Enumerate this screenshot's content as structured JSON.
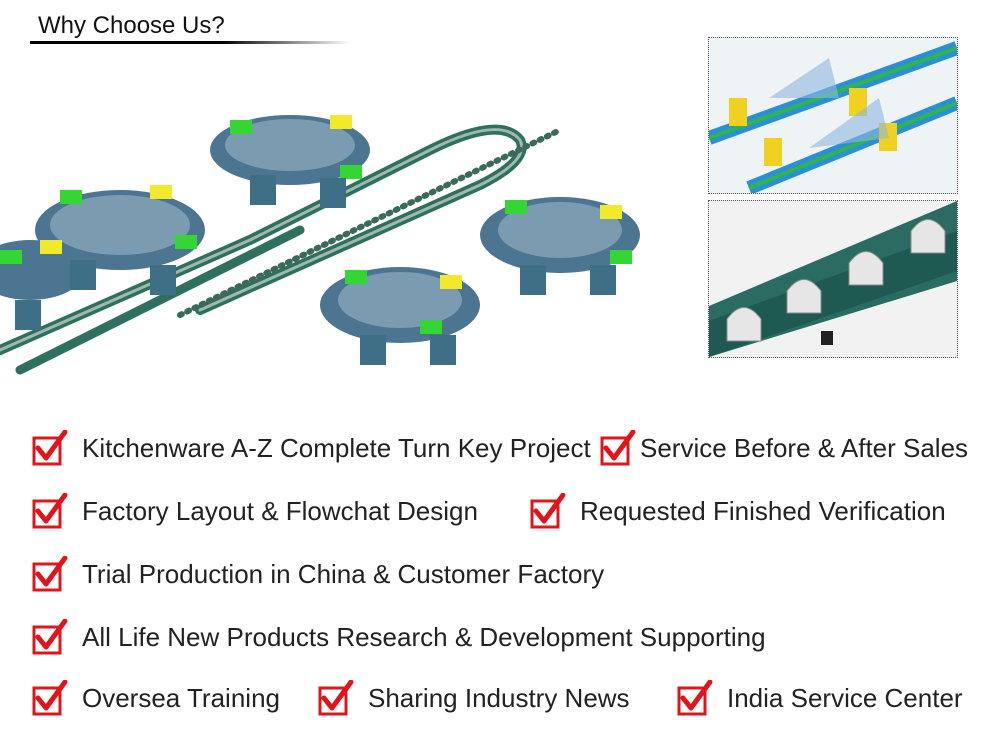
{
  "heading": "Why Choose Us?",
  "images": {
    "main": "production-line-illustration",
    "thumb_top": "conveyor-rail-illustration",
    "thumb_bottom": "conveyor-parts-closeup"
  },
  "icon": "checkmark-icon",
  "colors": {
    "check_red": "#e0151b",
    "machine_teal": "#3f6f86",
    "rail_green": "#2f6f5e",
    "accent_green": "#33d633",
    "accent_yellow": "#f0ea2a"
  },
  "features": [
    "Kitchenware A-Z Complete Turn Key Project",
    "Service Before & After Sales",
    "Factory Layout & Flowchat Design",
    "Requested Finished Verification",
    "Trial Production in China & Customer Factory",
    "All Life New Products Research & Development Supporting",
    "Oversea Training",
    "Sharing Industry News",
    "India Service Center"
  ]
}
